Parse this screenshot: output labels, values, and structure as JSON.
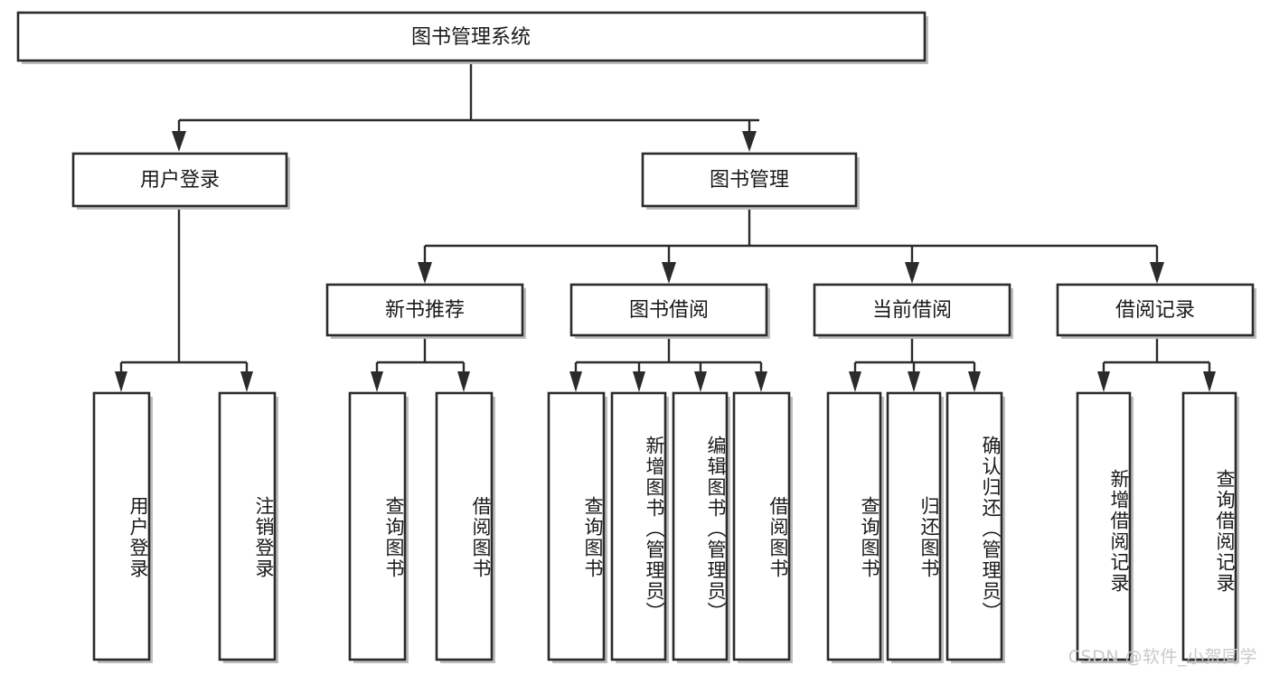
{
  "diagram": {
    "type": "tree",
    "title": "图书管理系统",
    "watermark": "CSDN @软件_小贺同学",
    "colors": {
      "box_fill": "#ffffff",
      "box_stroke": "#2b2b2b",
      "shadow": "#bdbdbd",
      "text": "#1a1a1a",
      "watermark": "#c9c9c9",
      "background": "#ffffff"
    },
    "root": {
      "label": "图书管理系统"
    },
    "level1": [
      {
        "label": "用户登录"
      },
      {
        "label": "图书管理"
      }
    ],
    "level2": [
      {
        "label": "新书推荐"
      },
      {
        "label": "图书借阅"
      },
      {
        "label": "当前借阅"
      },
      {
        "label": "借阅记录"
      }
    ],
    "leaves": {
      "user_login": [
        {
          "label": "用户登录"
        },
        {
          "label": "注销登录"
        }
      ],
      "new_book_recommend": [
        {
          "label": "查询图书"
        },
        {
          "label": "借阅图书"
        }
      ],
      "book_borrow": [
        {
          "label": "查询图书"
        },
        {
          "label": "新增图书（管理员）"
        },
        {
          "label": "编辑图书（管理员）"
        },
        {
          "label": "借阅图书"
        }
      ],
      "current_borrow": [
        {
          "label": "查询图书"
        },
        {
          "label": "归还图书"
        },
        {
          "label": "确认归还（管理员）"
        }
      ],
      "borrow_record": [
        {
          "label": "新增借阅记录"
        },
        {
          "label": "查询借阅记录"
        }
      ]
    }
  }
}
